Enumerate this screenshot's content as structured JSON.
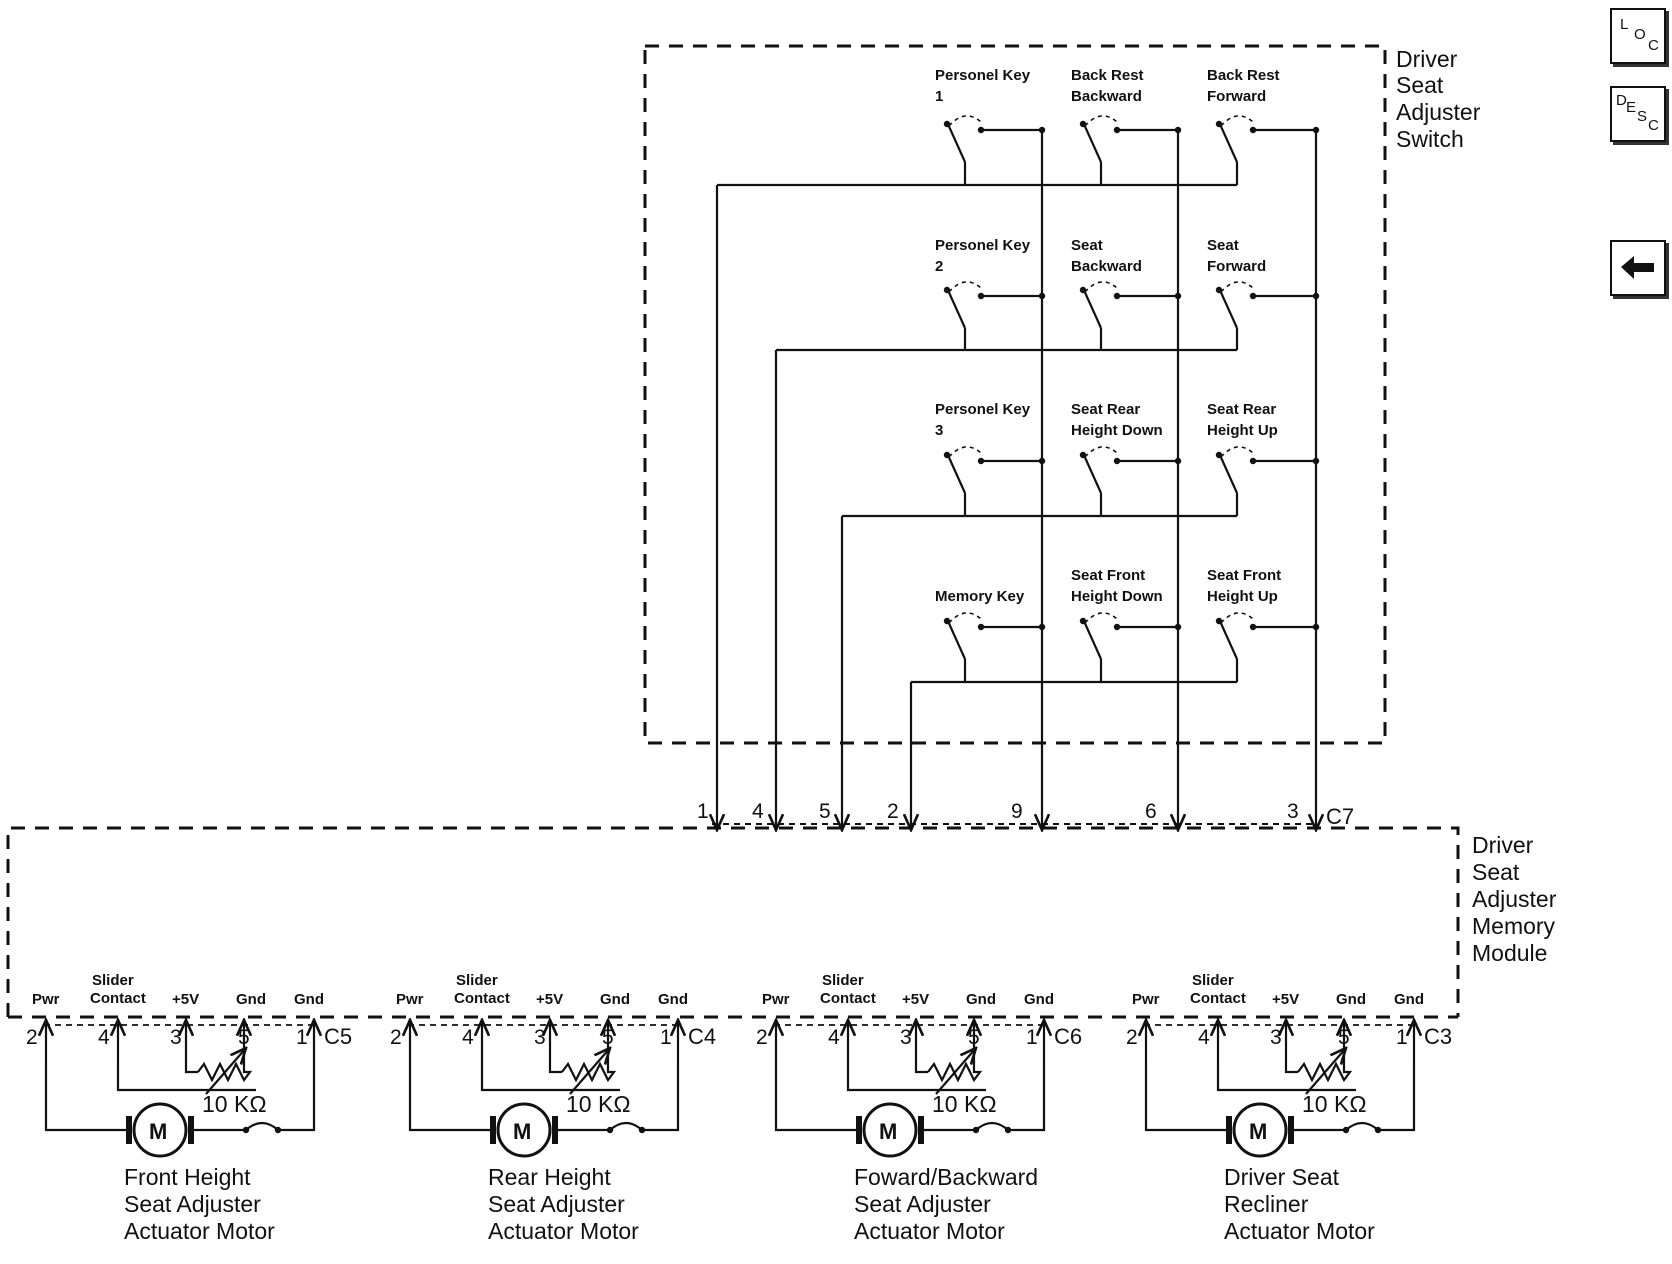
{
  "switch_title": [
    "Driver",
    "Seat",
    "Adjuster",
    "Switch"
  ],
  "module_title": [
    "Driver",
    "Seat",
    "Adjuster",
    "Memory",
    "Module"
  ],
  "switch_rows": [
    [
      "Personel Key 1",
      "Back Rest Backward",
      "Back Rest Forward"
    ],
    [
      "Personel Key 2",
      "Seat Backward",
      "Seat Forward"
    ],
    [
      "Personel Key 3",
      "Seat Rear Height Down",
      "Seat Rear Height Up"
    ],
    [
      "Memory Key",
      "Seat Front Height Down",
      "Seat Front Height Up"
    ]
  ],
  "c7": {
    "label": "C7",
    "pins": [
      "1",
      "4",
      "5",
      "2",
      "9",
      "6",
      "3"
    ]
  },
  "motors": [
    {
      "connector": "C5",
      "name": "Front Height Seat Adjuster Actuator Motor"
    },
    {
      "connector": "C4",
      "name": "Rear Height Seat Adjuster Actuator Motor"
    },
    {
      "connector": "C6",
      "name": "Foward/Backward Seat Adjuster Actuator Motor"
    },
    {
      "connector": "C3",
      "name": "Driver Seat Recliner Actuator Motor"
    }
  ],
  "motor_pins": {
    "labels": [
      "Pwr",
      "Slider Contact",
      "+5V",
      "Gnd",
      "Gnd"
    ],
    "numbers": [
      "2",
      "4",
      "3",
      "5",
      "1"
    ]
  },
  "resistor_label": "10 KΩ",
  "motor_symbol": "M",
  "nav": {
    "loc": "LOC",
    "desc": "DESC",
    "back": "back-arrow"
  }
}
